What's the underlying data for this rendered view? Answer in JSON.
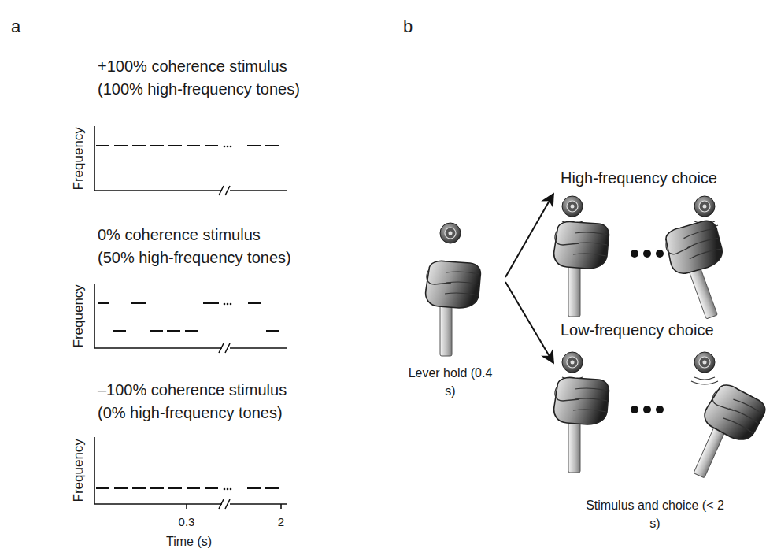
{
  "diagram": {
    "labels": [
      "a",
      "+100% coherence stimulus (100% high-frequency tones)",
      "Frequency",
      "0% coherence stimulus (50% high-frequency tones)",
      "Frequency",
      "–100% coherence stimulus (0% high-frequency tones)",
      "Frequency",
      "0.3",
      "2",
      "Time (s)",
      "b",
      "High-frequency choice",
      "Lever hold (0.4 s)",
      "Low-frequency choice",
      "Stimulus and choice (< 2 s)"
    ]
  }
}
